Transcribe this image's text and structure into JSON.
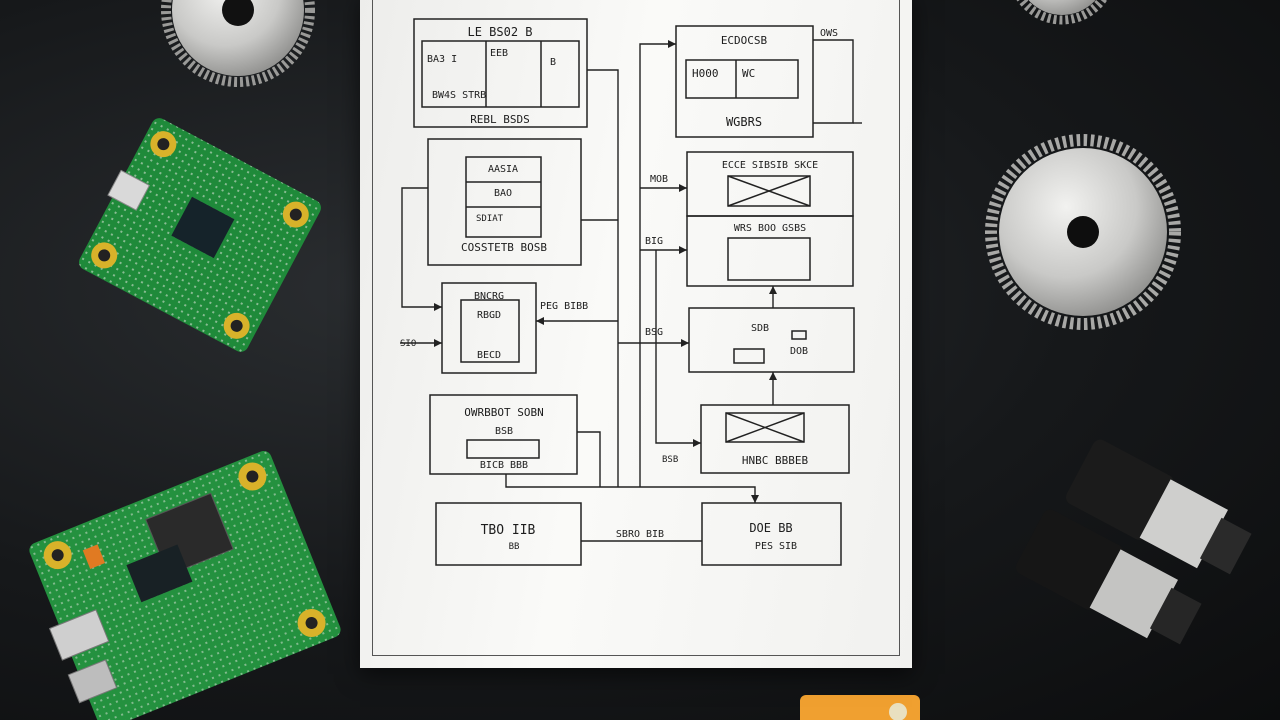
{
  "scene": {
    "palette": {
      "surface": "#16181a",
      "paper": "#f6f6f4",
      "ink": "#1d1d1d",
      "pcb_green": "#1f8a3a",
      "pad_gold": "#d8b22a",
      "gear_metal": "#c9c9c7",
      "orange_board": "#f0a030"
    },
    "objects": [
      "gear",
      "pcb",
      "motor",
      "schematic-paper"
    ]
  },
  "diagram": {
    "b1": {
      "title": "LE BS02 B",
      "cell1": "BA3 I",
      "cell2": "EEB",
      "cell3": "B",
      "bottom": "BW4S STRB",
      "sub": "REBL BSDS"
    },
    "b2": {
      "title": "ECDOCSB",
      "cell1": "H000",
      "cell2": "WC",
      "sub": "WGBRS",
      "side": "OWS"
    },
    "b3": {
      "title": "AASIA",
      "rows": [
        "BAO",
        "SDIAT"
      ],
      "sub": "COSSTETB BOSB"
    },
    "b4": {
      "title": "ECCE SIBSIB SKCE",
      "side": "MOB"
    },
    "b5": {
      "title": "WRS BOO GSBS",
      "side": "BIG"
    },
    "b6": {
      "lines": [
        "BNCRG",
        "RBGD",
        "BECD"
      ],
      "left": "SIO",
      "right": "PEG BIBB"
    },
    "b7": {
      "title": "SDB",
      "line2": "DOB",
      "side": "BSG"
    },
    "b8": {
      "title": "OWRBBOT SOBN",
      "line2": "BSB",
      "bottom": "BICB BBB"
    },
    "b9": {
      "title": "HNBC BBBEB",
      "side": "BSB"
    },
    "b10": {
      "title": "TBO IIB",
      "line2": "BB"
    },
    "b11": {
      "title": "DOE BB",
      "line2": "PES SIB"
    },
    "link": "SBRO BIB"
  }
}
